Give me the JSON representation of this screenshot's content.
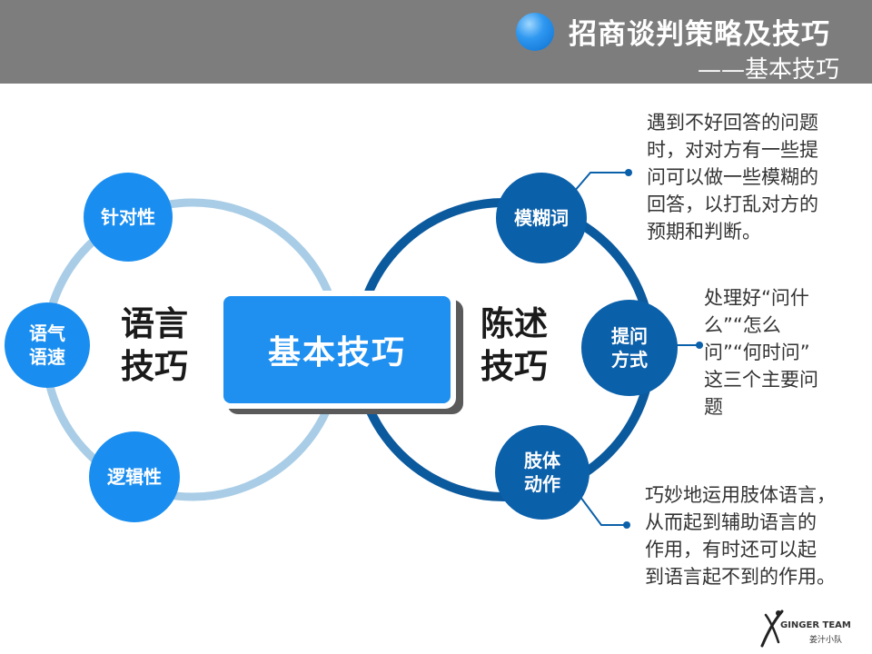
{
  "header": {
    "title": "招商谈判策略及技巧",
    "subtitle": "——基本技巧"
  },
  "center": {
    "label": "基本技巧"
  },
  "left_group": {
    "label_line1": "语言",
    "label_line2": "技巧",
    "nodes": [
      {
        "line1": "针对性",
        "line2": ""
      },
      {
        "line1": "语气",
        "line2": "语速"
      },
      {
        "line1": "逻辑性",
        "line2": ""
      }
    ]
  },
  "right_group": {
    "label_line1": "陈述",
    "label_line2": "技巧",
    "nodes": [
      {
        "line1": "模糊词",
        "line2": ""
      },
      {
        "line1": "提问",
        "line2": "方式"
      },
      {
        "line1": "肢体",
        "line2": "动作"
      }
    ]
  },
  "notes": {
    "vague": [
      "遇到不好回答的问题",
      "时，对对方有一些提",
      "问可以做一些模糊的",
      "回答，以打乱对方的",
      "预期和判断。"
    ],
    "question": [
      "处理好“问什",
      "么”“怎么",
      "问”“何时问”",
      "这三个主要问",
      "题"
    ],
    "body": [
      "巧妙地运用肢体语言，",
      "从而起到辅助语言的",
      "作用，有时还可以起",
      "到语言起不到的作用。"
    ]
  },
  "logo": {
    "name": "GINGER TEAM",
    "sub": "姜汁小队"
  },
  "colors": {
    "header_bg": "#7d7d7d",
    "light_blue": "#1a8ef0",
    "dark_blue": "#0b60aa",
    "ring_light": "#a9cde6",
    "ring_dark": "#0b5a9e"
  }
}
